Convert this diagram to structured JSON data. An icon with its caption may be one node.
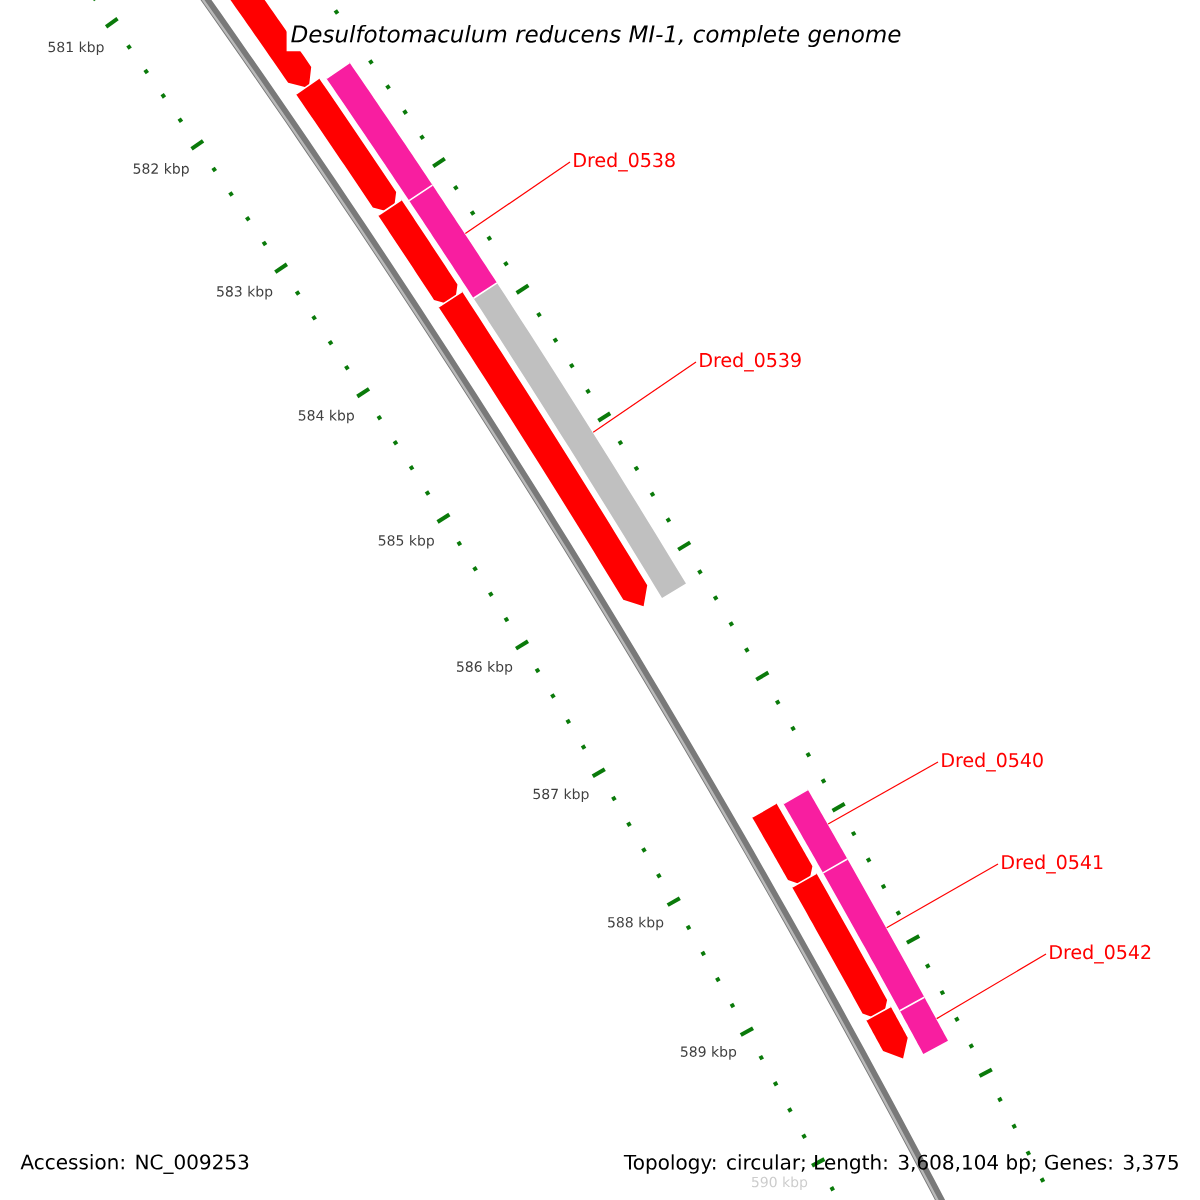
{
  "diagram": {
    "title": "Desulfotomaculum reducens MI-1, complete genome",
    "nodes": [
      {
        "text": [],
        "shape": "arrow"
      },
      {
        "text": [],
        "shape": "bar"
      },
      {
        "text": [],
        "shape": "arrow"
      },
      {
        "text": [
          "Dred_0538"
        ]
      },
      {
        "text": [],
        "shape": "bar"
      },
      {
        "text": [],
        "shape": "arrow"
      },
      {
        "text": [],
        "shape": "bar"
      },
      {
        "text": [],
        "shape": "arrow"
      },
      {
        "text": [
          "Dred_0539"
        ]
      },
      {
        "text": [
          "Dred_0540"
        ]
      },
      {
        "text": [],
        "shape": "bar"
      },
      {
        "text": [],
        "shape": "arrow"
      },
      {
        "text": [
          "Dred_0541"
        ]
      },
      {
        "text": [],
        "shape": "bar"
      },
      {
        "text": [],
        "shape": "arrow"
      },
      {
        "text": [
          "Dred_0542"
        ]
      },
      {
        "text": [],
        "shape": "bar"
      },
      {
        "text": [],
        "shape": "arrow"
      }
    ],
    "edges": [
      {
        "from": 3,
        "to": 4,
        "arrow": "none"
      },
      {
        "from": 8,
        "to": 6,
        "arrow": "none"
      },
      {
        "from": 9,
        "to": 10,
        "arrow": "none"
      },
      {
        "from": 12,
        "to": 13,
        "arrow": "none"
      },
      {
        "from": 15,
        "to": 16,
        "arrow": "none"
      }
    ],
    "labels": [
      "581 kbp",
      "582 kbp",
      "583 kbp",
      "584 kbp",
      "585 kbp",
      "586 kbp",
      "587 kbp",
      "588 kbp",
      "589 kbp",
      "590 kbp",
      "Accession: NC_009253",
      "Topology: circular; Length: 3,608,104 bp; Genes: 3,375"
    ]
  }
}
